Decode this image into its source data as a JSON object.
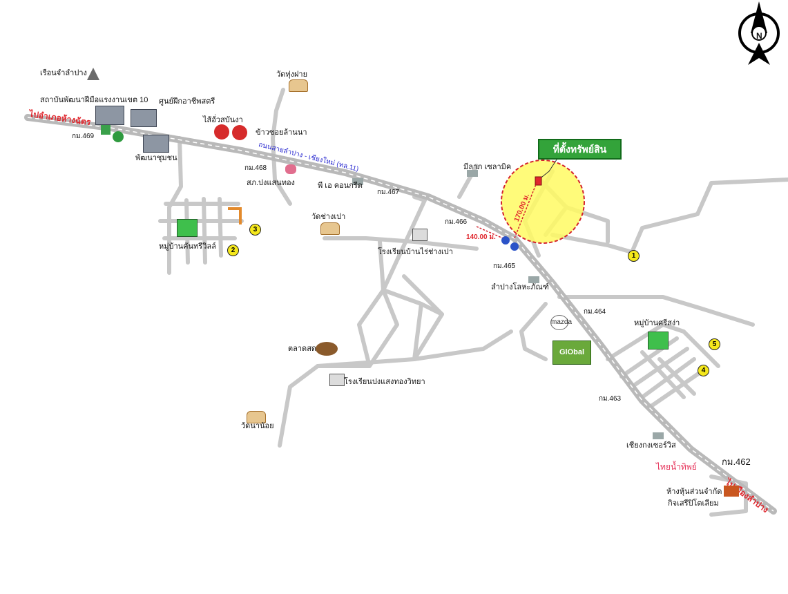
{
  "map": {
    "compass": "N",
    "target_label": "ที่ตั้งทรัพย์สิน",
    "distances": {
      "d1": "140.00 ม.",
      "d2": "170.00 ม."
    },
    "road_name": "ถนนสายลำปาง - เชียงใหม่ (ทล.11)",
    "direction_left": "ไปอำเภอห้างฉัตร",
    "direction_right": "ไปเมืองลำปาง",
    "markers": [
      "1",
      "2",
      "3",
      "4",
      "5"
    ],
    "km": {
      "k469": "กม.469",
      "k468": "กม.468",
      "k467": "กม.467",
      "k466": "กม.466",
      "k465": "กม.465",
      "k464": "กม.464",
      "k463": "กม.463",
      "k462": "กม.462"
    },
    "places": {
      "prison": "เรือนจำลำปาง",
      "institute": "สถาบันพัฒนาฝีมือแรงงานเขต 10",
      "training": "ศูนย์ฝึกอาชีพสตรี",
      "sausage": "ไส้อั่วสบันงา",
      "rice": "ข้าวซอยล้านนา",
      "dev": "พัฒนาชุมชน",
      "wat_thung": "วัดทุ่งฝาย",
      "post": "สภ.ปงแสนทอง",
      "concrete": "พี เอ คอนกรีต",
      "ceramic": "มีลาภ เซลามิค",
      "village1": "หมู่บ้านคันทรีวิลล์",
      "wat_chang": "วัดช่างเปา",
      "school1": "โรงเรียนบ้านไร่ช่างเปา",
      "lampang_loha": "ลำปางโลหะภัณฑ์",
      "market": "ตลาดสด",
      "school2": "โรงเรียนปงแสงทองวิทยา",
      "wat_na": "วัดนาน้อย",
      "village2": "หมู่บ้านศรีสง่า",
      "chiangkong": "เชียงกงเซอร์วิส",
      "thai_brand": "ไทยน้ำทิพย์",
      "partnership": "ห้างหุ้นส่วนจำกัด",
      "partnership2": "กิจเสรีปิโตเลียม",
      "global": "GlObal",
      "mazda": "mazda"
    }
  }
}
